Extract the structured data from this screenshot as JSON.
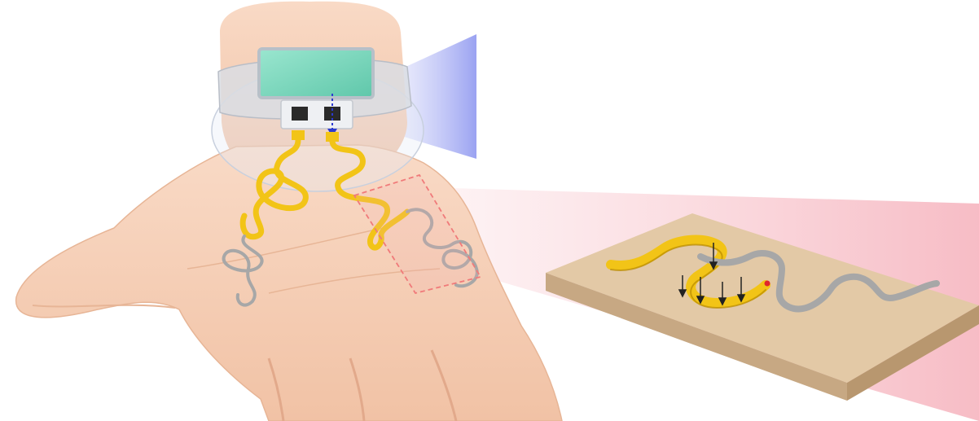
{
  "figure": {
    "description_visible_text": [],
    "colors": {
      "skin": "#f6d2b8",
      "skin_shadow": "#e9b79b",
      "skin_highlight": "#fde6d6",
      "band": "#d9dde3",
      "display": "#7fd9c0",
      "wire_gold": "#f2c417",
      "wire_gold_dark": "#b88a00",
      "wire_gray": "#a7a7a7",
      "board_top": "#e3c9a6",
      "board_side": "#c7a883",
      "pink_beam": "#f7c1c8",
      "blue_beam": "#9aa2f2",
      "dashed_box": "#f07a7a",
      "arrow_black": "#222222",
      "marker_red": "#e0262b"
    },
    "icons": {
      "hand": "hand-illustration",
      "wristband": "wristband",
      "display": "display-panel",
      "sensor_chip": "sensor-chip",
      "stretchable_wire": "serpentine-wire",
      "zoom_board": "substrate-board"
    }
  }
}
